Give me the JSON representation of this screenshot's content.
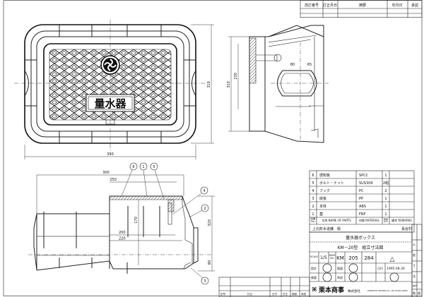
{
  "revision_table_top": {
    "headers": [
      "改訂番号",
      "訂正月日",
      "摘要",
      "年月日",
      "承認"
    ]
  },
  "plan_view": {
    "emblem_icon": "water-emblem-icon",
    "lid_label": "量水器",
    "dims": {
      "width": "390",
      "depth": "310"
    }
  },
  "section_view": {
    "dims": {
      "overall": "300",
      "inner": "250",
      "h1": "170",
      "h2": "320",
      "w1": "200",
      "w2": "220",
      "base": "80"
    },
    "callouts": [
      "6",
      "1",
      "5",
      "4",
      "2",
      "3"
    ]
  },
  "side_view": {
    "dims": {
      "total": "310",
      "inner": "230",
      "pipe": "80",
      "pipe2": "65"
    }
  },
  "parts_table": {
    "headers": [
      "品番 No.",
      "名称 NAME OF PARTS",
      "材質 MATERIAL",
      "数量 QTY",
      "備考 REMARKS"
    ],
    "rows": [
      {
        "no": "6",
        "name": "感知板",
        "material": "SPCC",
        "qty": "1"
      },
      {
        "no": "5",
        "name": "ボルト・ナット",
        "material": "SUS304",
        "qty": "2組"
      },
      {
        "no": "4",
        "name": "フック",
        "material": "PC",
        "qty": "2"
      },
      {
        "no": "3",
        "name": "底板",
        "material": "PP",
        "qty": "1"
      },
      {
        "no": "2",
        "name": "本体",
        "material": "ABS",
        "qty": "1"
      },
      {
        "no": "1",
        "name": "蓋",
        "material": "FRP",
        "qty": "1"
      }
    ],
    "client": "上北町水道課　殿",
    "client_right": "長谷村"
  },
  "title_block": {
    "title": "量水器ボックス",
    "subtitle": "KM－20型　組立寸法図",
    "scale_label": "SCALE",
    "scale": "1/5",
    "dwg_label": "DWG No.",
    "dwg_no": [
      "KM",
      "205",
      "284"
    ],
    "revision_mark": "△",
    "designed_label": "設計",
    "checked_label": "検図",
    "drawn_label": "製図",
    "approved_label": "承認",
    "date_label": "日付",
    "date": "1995.08.30",
    "company": "栗本商事",
    "company_suffix": "株式会社",
    "company_en": "KURIMOTO TRADING CO., LTD OSAKA JAPAN",
    "right_marks": [
      "公",
      "差",
      "寸",
      "法",
      "設計",
      "製",
      "図"
    ]
  },
  "revision_table_bottom": {
    "headers": [
      "記号",
      "訂正",
      "日付",
      "訂正",
      "検図",
      "承認"
    ]
  }
}
